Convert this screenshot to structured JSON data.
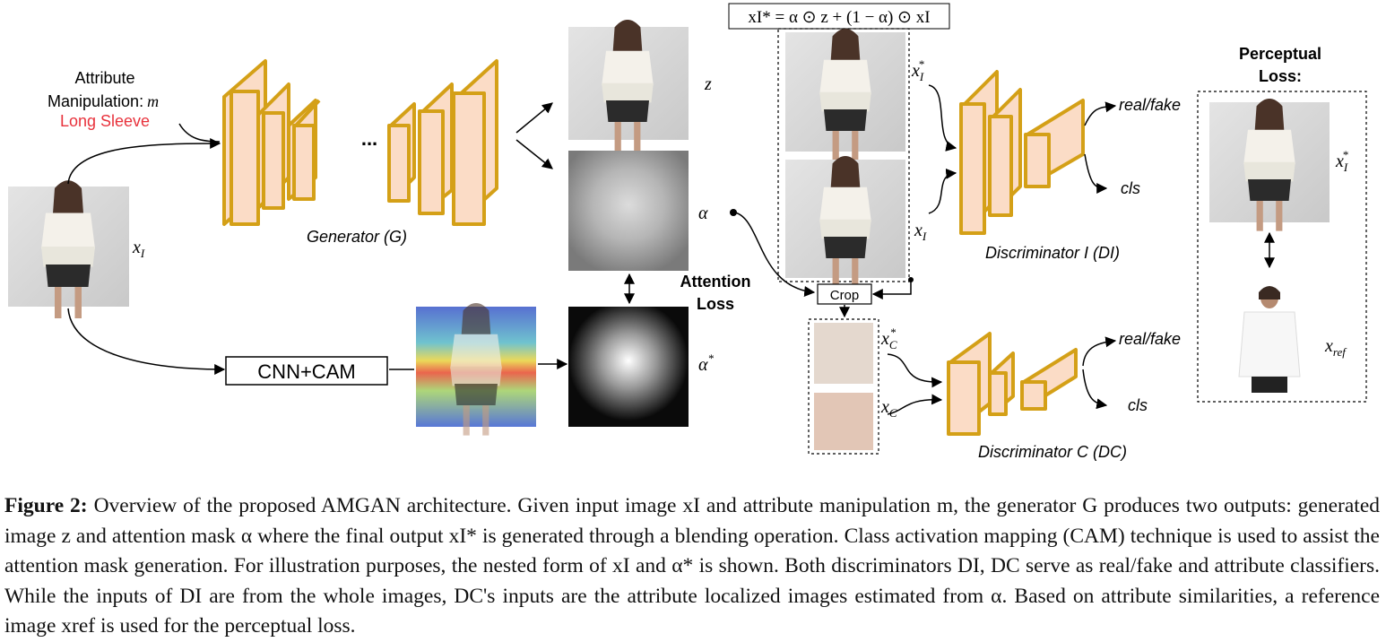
{
  "labels": {
    "attribute": "Attribute",
    "manipulation": "Manipulation:",
    "m_symbol": "m",
    "long_sleeve": "Long Sleeve",
    "generator": "Generator (G)",
    "cnn_cam": "CNN+CAM",
    "dots": "...",
    "z": "z",
    "alpha": "α",
    "alpha_star": "α*",
    "x_i": "xI",
    "x_i_star": "xI*",
    "x_c": "xC",
    "x_c_star": "xC*",
    "x_ref": "xref",
    "attention_loss_1": "Attention",
    "attention_loss_2": "Loss",
    "perceptual_1": "Perceptual",
    "perceptual_2": "Loss:",
    "crop": "Crop",
    "real_fake": "real/fake",
    "cls": "cls",
    "disc_i": "Discriminator I (DI)",
    "disc_c": "Discriminator C (DC)",
    "formula": "xI* = α ⊙ z + (1 − α) ⊙ xI"
  },
  "colors": {
    "block_face": "#fbdcc6",
    "block_edge": "#d4a017",
    "highlight_red": "#e8323c"
  },
  "caption": {
    "figure_label": "Figure 2:",
    "text": "Overview of the proposed AMGAN architecture. Given input image xI and attribute manipulation m, the generator G produces two outputs: generated image z and attention mask α where the final output xI* is generated through a blending operation. Class activation mapping (CAM) technique is used to assist the attention mask generation. For illustration purposes, the nested form of xI and α* is shown. Both discriminators DI, DC serve as real/fake and attribute classifiers. While the inputs of DI are from the whole images, DC's inputs are the attribute localized images estimated from α. Based on attribute similarities, a reference image xref is used for the perceptual loss."
  }
}
